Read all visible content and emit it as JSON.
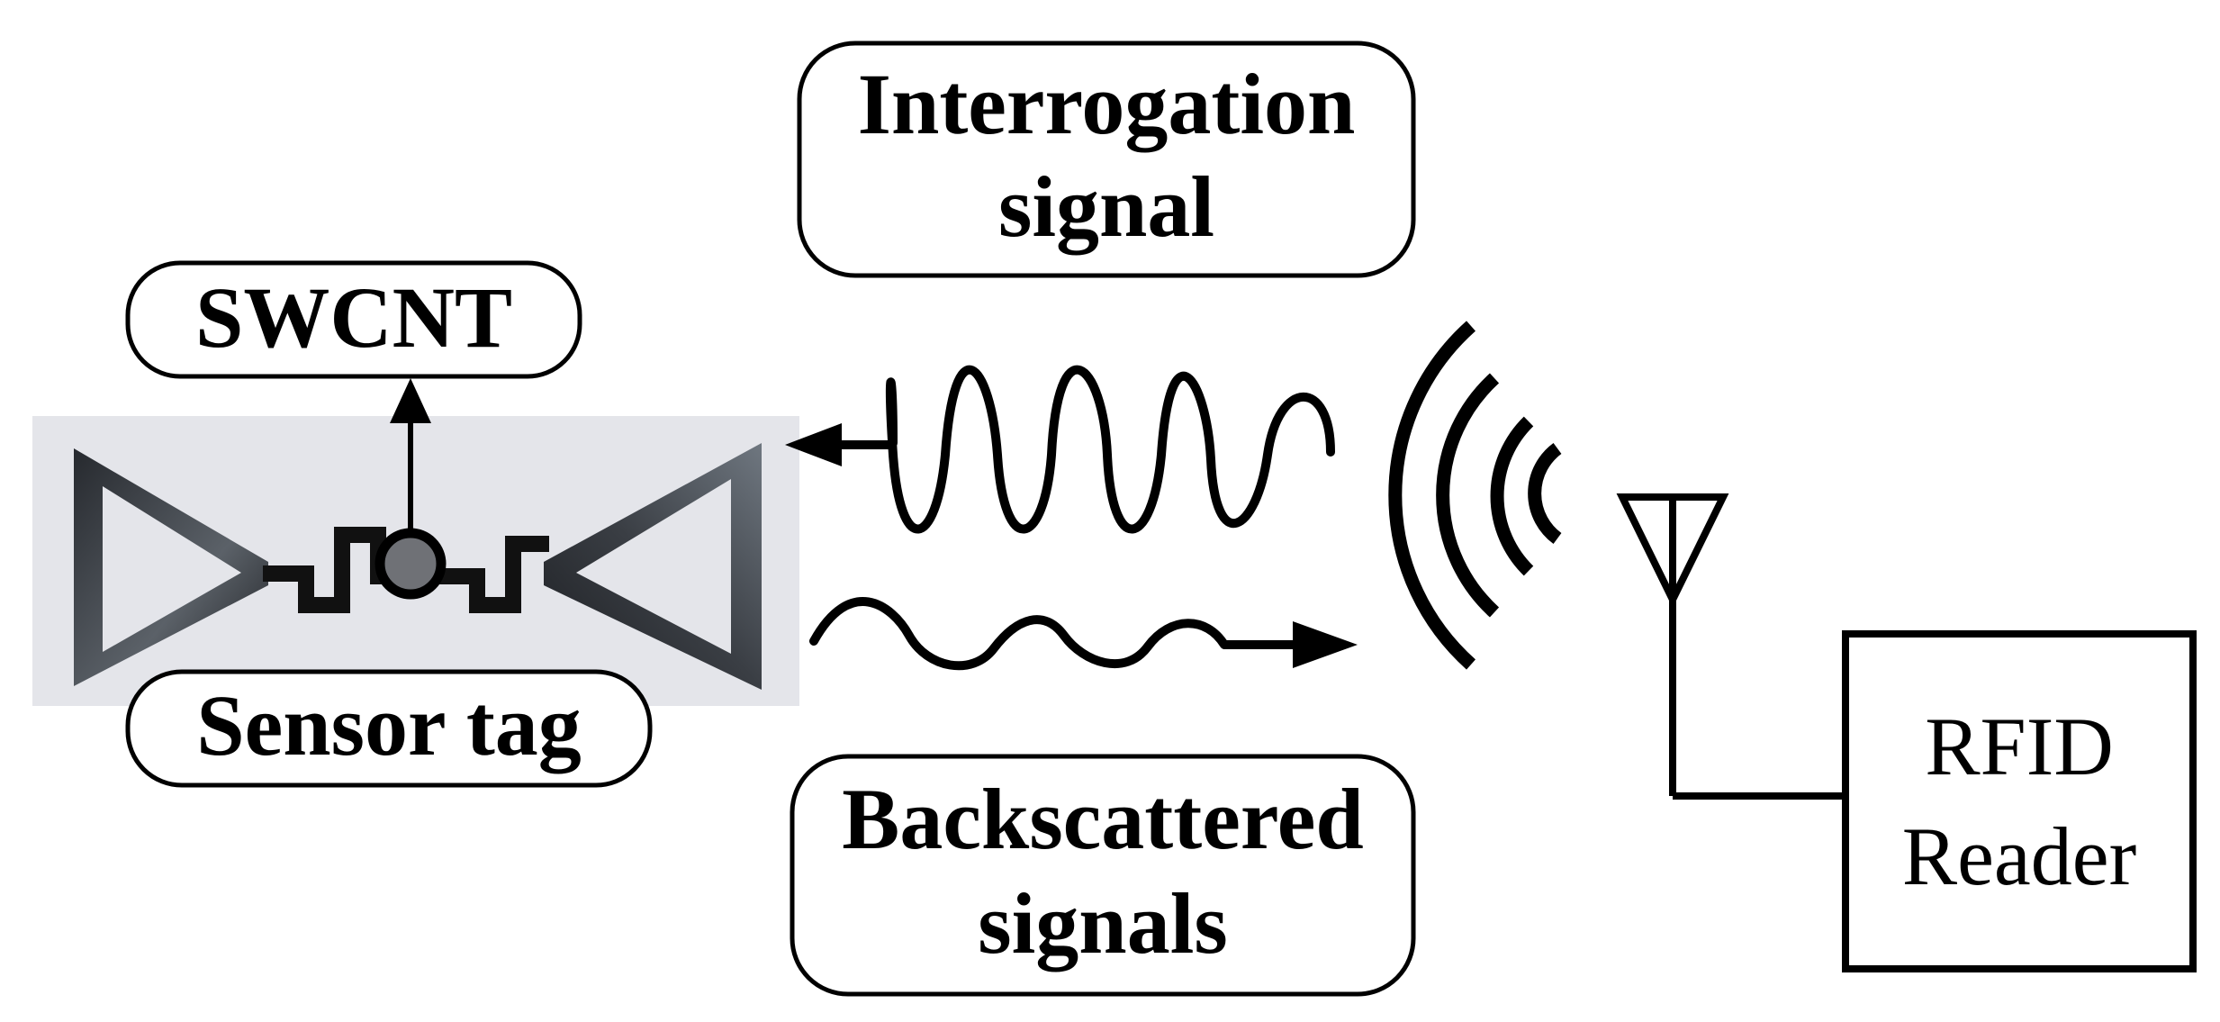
{
  "labels": {
    "interrogation_line1": "Interrogation",
    "interrogation_line2": "signal",
    "swcnt": "SWCNT",
    "sensor_tag": "Sensor tag",
    "backscattered_line1": "Backscattered",
    "backscattered_line2": "signals",
    "reader_line1": "RFID",
    "reader_line2": "Reader"
  },
  "colors": {
    "ink": "#000000",
    "tag_background": "#e4e5ea",
    "tag_metal_dark": "#1c1e22",
    "tag_metal_light": "#6f7780"
  }
}
